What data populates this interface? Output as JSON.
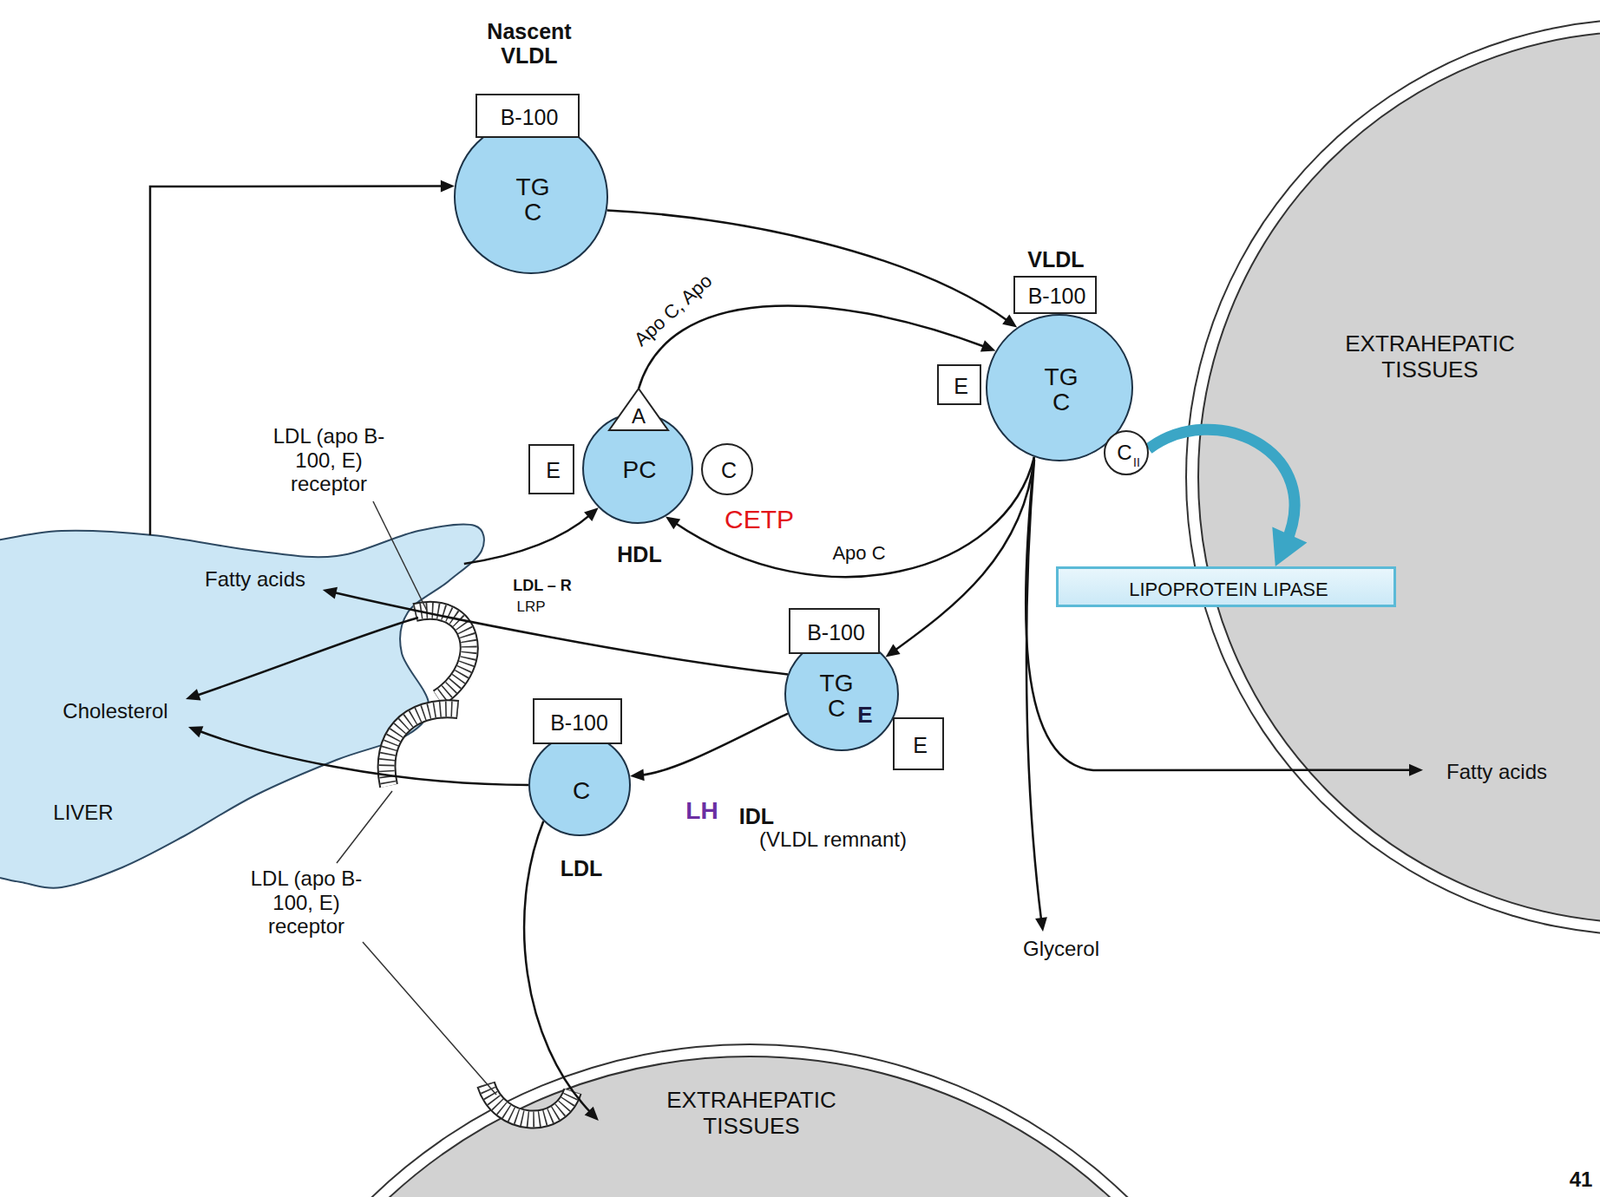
{
  "diagram": {
    "nodes": [
      {
        "text": [
          "Nascent VLDL",
          "TG C"
        ]
      },
      {
        "text": [
          "B-100"
        ]
      },
      {
        "text": [
          "VLDL",
          "TG C"
        ]
      },
      {
        "text": [
          "B-100"
        ]
      },
      {
        "text": [
          "E"
        ]
      },
      {
        "text": [
          "C",
          "II"
        ]
      },
      {
        "text": [
          "EXTRAHEPATIC TISSUES",
          "Fatty acids"
        ]
      },
      {
        "text": [
          "PC",
          "HDL"
        ]
      },
      {
        "text": [
          "A"
        ]
      },
      {
        "text": [
          "E"
        ]
      },
      {
        "text": [
          "C"
        ]
      },
      {
        "text": [
          "LIPOPROTEIN LIPASE"
        ]
      },
      {
        "text": [
          "Fatty acids",
          "Cholesterol",
          "LIVER"
        ]
      },
      {
        "text": [
          "TG C",
          "E",
          "IDL",
          "(VLDL remnant)"
        ]
      },
      {
        "text": [
          "B-100"
        ]
      },
      {
        "text": [
          "E"
        ]
      },
      {
        "text": [
          "C",
          "LDL"
        ]
      },
      {
        "text": [
          "B-100"
        ]
      },
      {
        "text": [
          "EXTRAHEPATIC TISSUES"
        ]
      }
    ],
    "edges": [
      {
        "from": 12,
        "to": 0,
        "arrow": "to"
      },
      {
        "from": 0,
        "to": 2,
        "arrow": "to"
      },
      {
        "from": 8,
        "to": 2,
        "label": "Apo C, Apo",
        "arrow": "to"
      },
      {
        "from": 2,
        "to": 7,
        "label": "Apo C",
        "arrow": "to"
      },
      {
        "from": 12,
        "to": 7,
        "arrow": "to"
      },
      {
        "from": 2,
        "to": 13,
        "arrow": "to"
      },
      {
        "from": 2,
        "to": 6,
        "arrow": "to"
      },
      {
        "from": 5,
        "to": 11,
        "arrow": "to"
      },
      {
        "from": 13,
        "to": 12,
        "arrow": "to"
      },
      {
        "from": 13,
        "to": 16,
        "arrow": "to"
      },
      {
        "from": 16,
        "to": 12,
        "arrow": "to"
      },
      {
        "from": 16,
        "to": 18,
        "arrow": "to"
      }
    ],
    "labels": [
      "LDL (apo B-100, E) receptor",
      "CETP",
      "LDL – R",
      "LRP",
      "LH",
      "Glycerol",
      "LDL (apo B-100, E) receptor",
      "41"
    ]
  }
}
